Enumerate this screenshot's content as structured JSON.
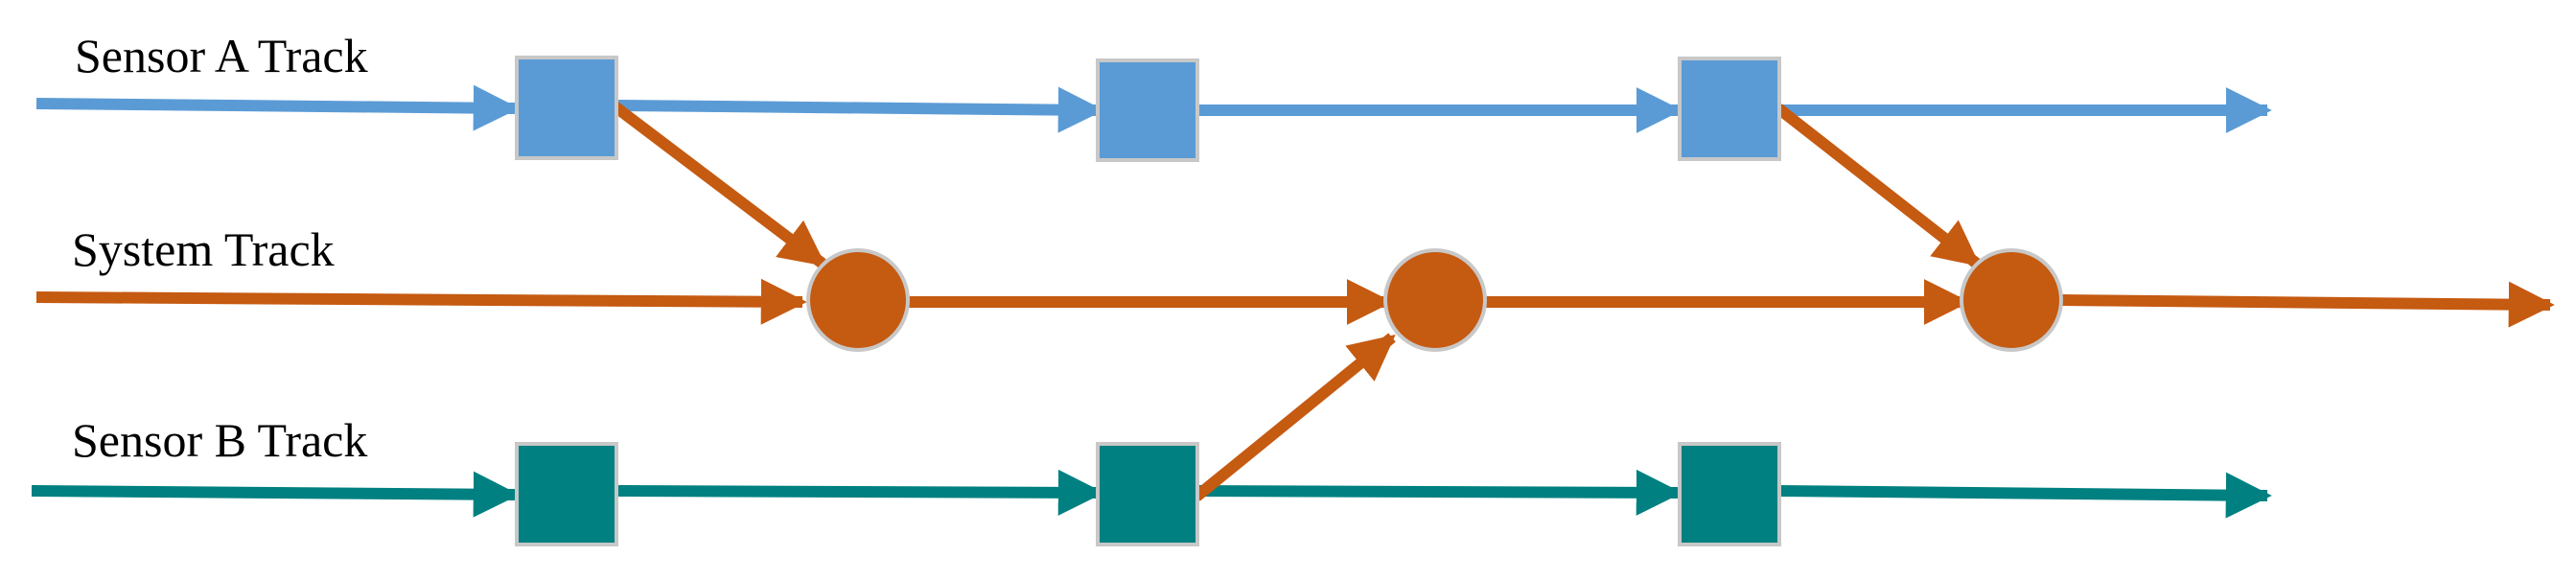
{
  "labels": {
    "sensor_a": "Sensor A Track",
    "system": "System Track",
    "sensor_b": "Sensor B Track"
  },
  "colors": {
    "sensor_a": "#5b9bd5",
    "system": "#c55a11",
    "sensor_b": "#008080",
    "node_outline": "#c8c8c8"
  },
  "tracks": [
    {
      "id": "sensor_a",
      "node_shape": "square",
      "node_count": 3
    },
    {
      "id": "system",
      "node_shape": "circle",
      "node_count": 3
    },
    {
      "id": "sensor_b",
      "node_shape": "square",
      "node_count": 3
    }
  ],
  "associations": [
    {
      "from": "sensor_a",
      "from_node": 1,
      "to": "system",
      "to_node": 1
    },
    {
      "from": "sensor_b",
      "from_node": 2,
      "to": "system",
      "to_node": 2
    },
    {
      "from": "sensor_a",
      "from_node": 3,
      "to": "system",
      "to_node": 3
    }
  ]
}
